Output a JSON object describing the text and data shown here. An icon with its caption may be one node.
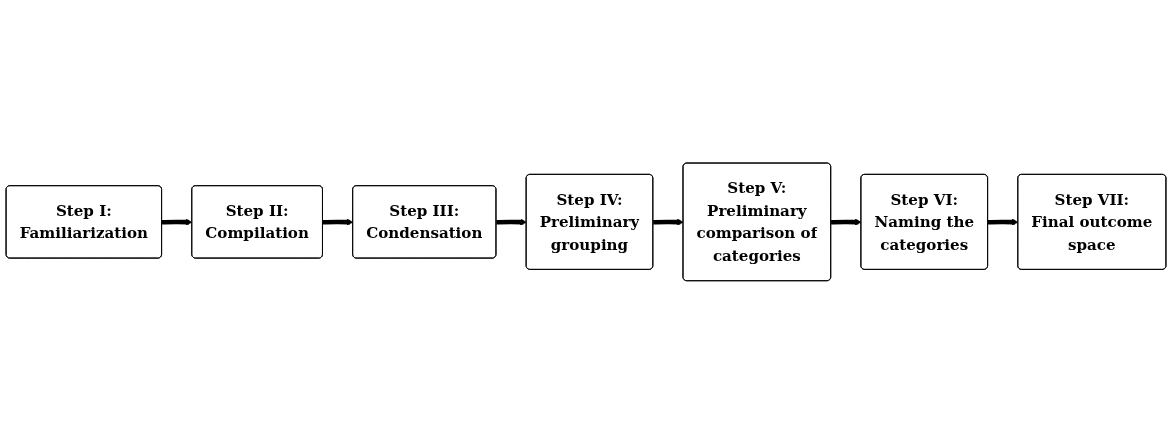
{
  "diagram": {
    "nodes": [
      {
        "text": [
          "Step I: Familiarization"
        ]
      },
      {
        "text": [
          "Step II: Compilation"
        ]
      },
      {
        "text": [
          "Step III: Condensation"
        ]
      },
      {
        "text": [
          "Step IV: Preliminary grouping"
        ]
      },
      {
        "text": [
          "Step V: Preliminary comparison of categories"
        ]
      },
      {
        "text": [
          "Step VI: Naming the categories"
        ]
      },
      {
        "text": [
          "Step VII: Final outcome space"
        ]
      }
    ],
    "edges": [
      {
        "from": 0,
        "to": 1,
        "arrow": "to"
      },
      {
        "from": 1,
        "to": 2,
        "arrow": "to"
      },
      {
        "from": 2,
        "to": 3,
        "arrow": "to"
      },
      {
        "from": 3,
        "to": 4,
        "arrow": "to"
      },
      {
        "from": 4,
        "to": 5,
        "arrow": "to"
      },
      {
        "from": 5,
        "to": 6,
        "arrow": "to"
      }
    ]
  }
}
